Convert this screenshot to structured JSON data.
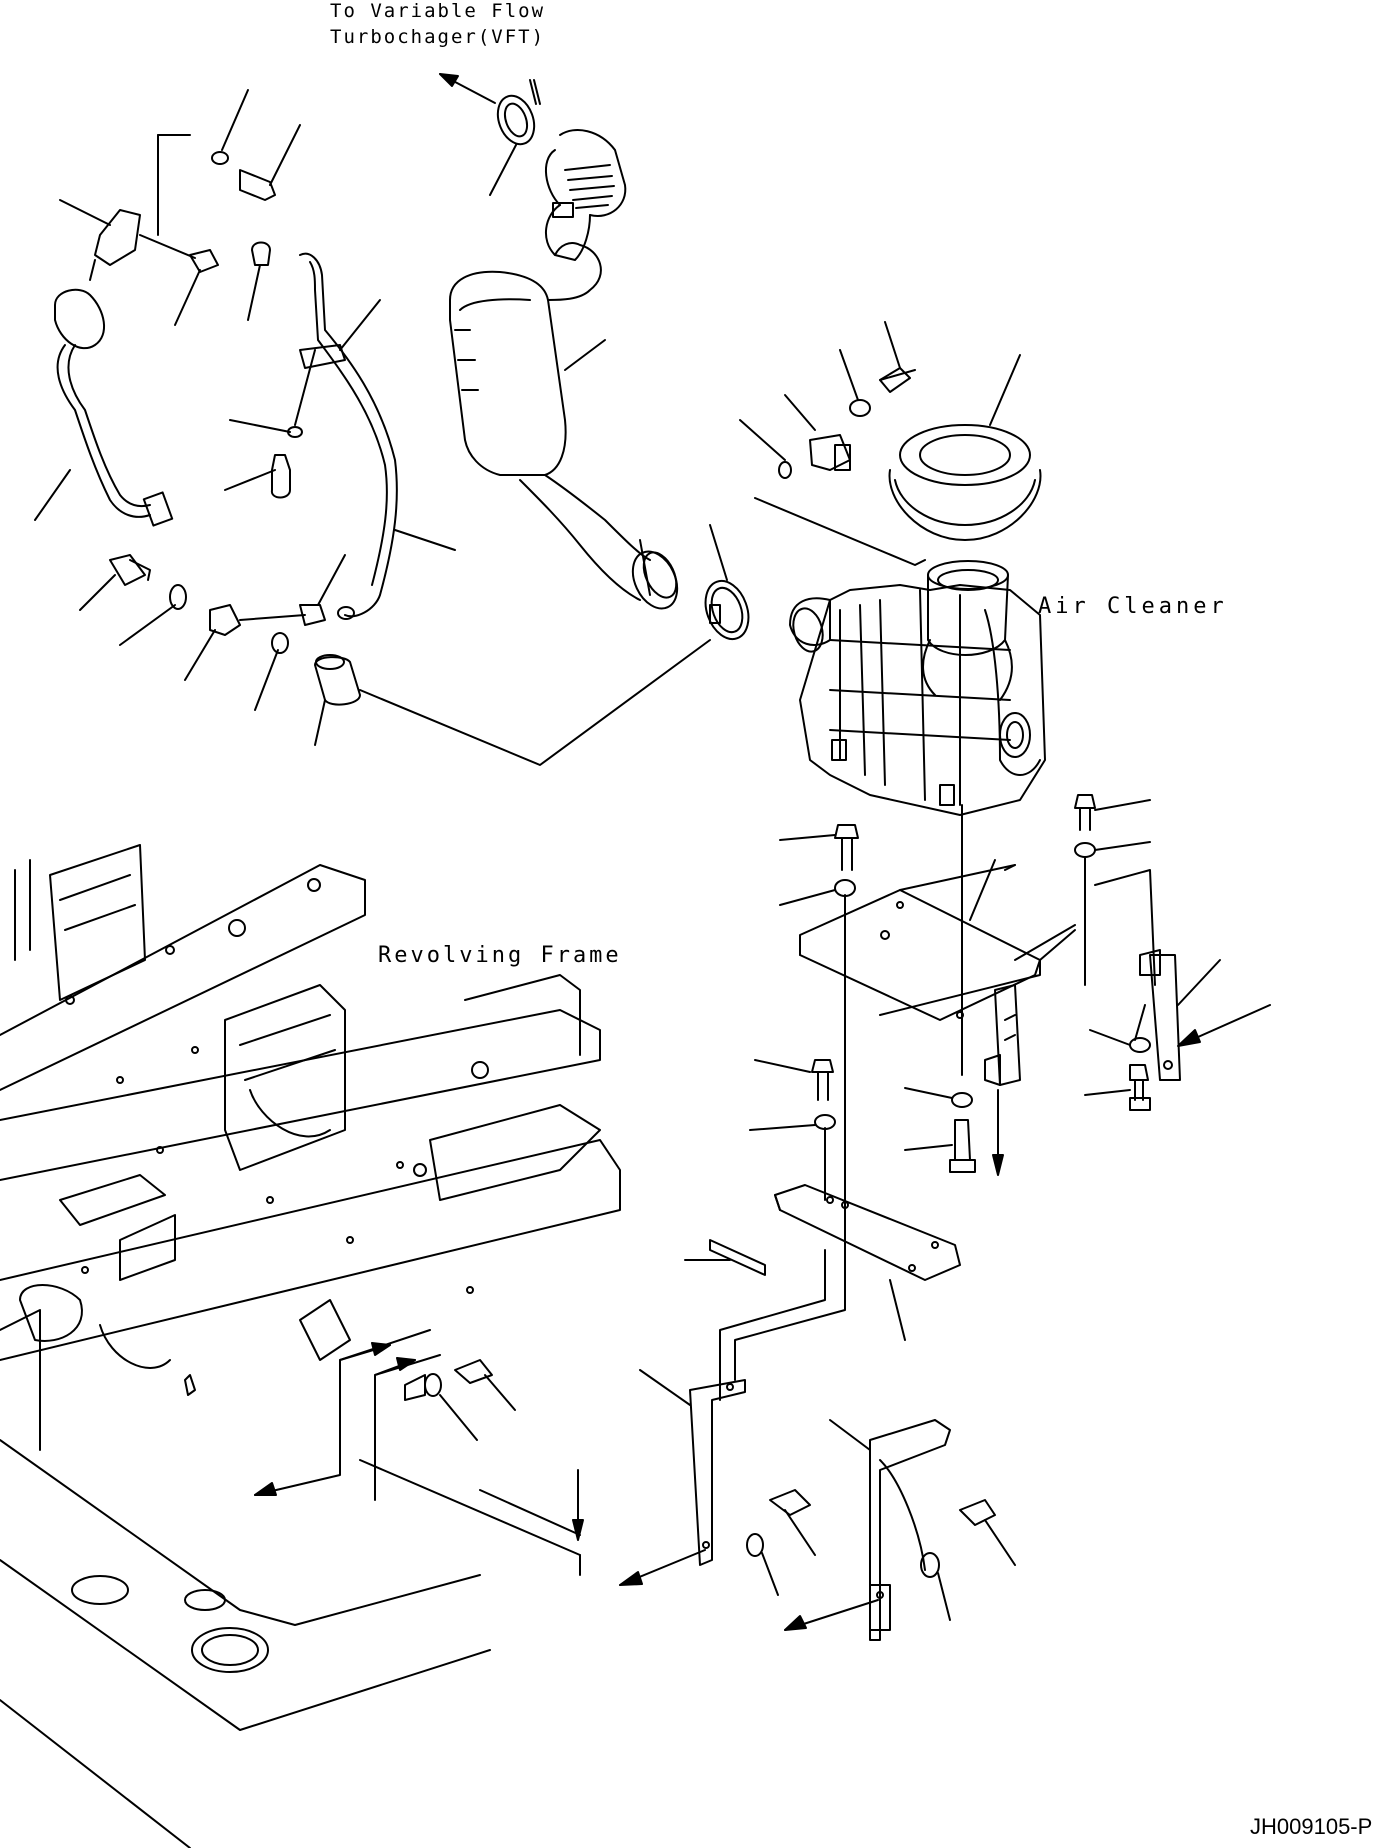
{
  "diagram": {
    "labels": {
      "vft_line1": "To Variable Flow",
      "vft_line2": "Turbochager(VFT)",
      "air_cleaner": "Air Cleaner",
      "revolving_frame": "Revolving Frame",
      "figure_code": "JH009105-P"
    },
    "colors": {
      "ink": "#000000",
      "background": "#ffffff"
    }
  }
}
